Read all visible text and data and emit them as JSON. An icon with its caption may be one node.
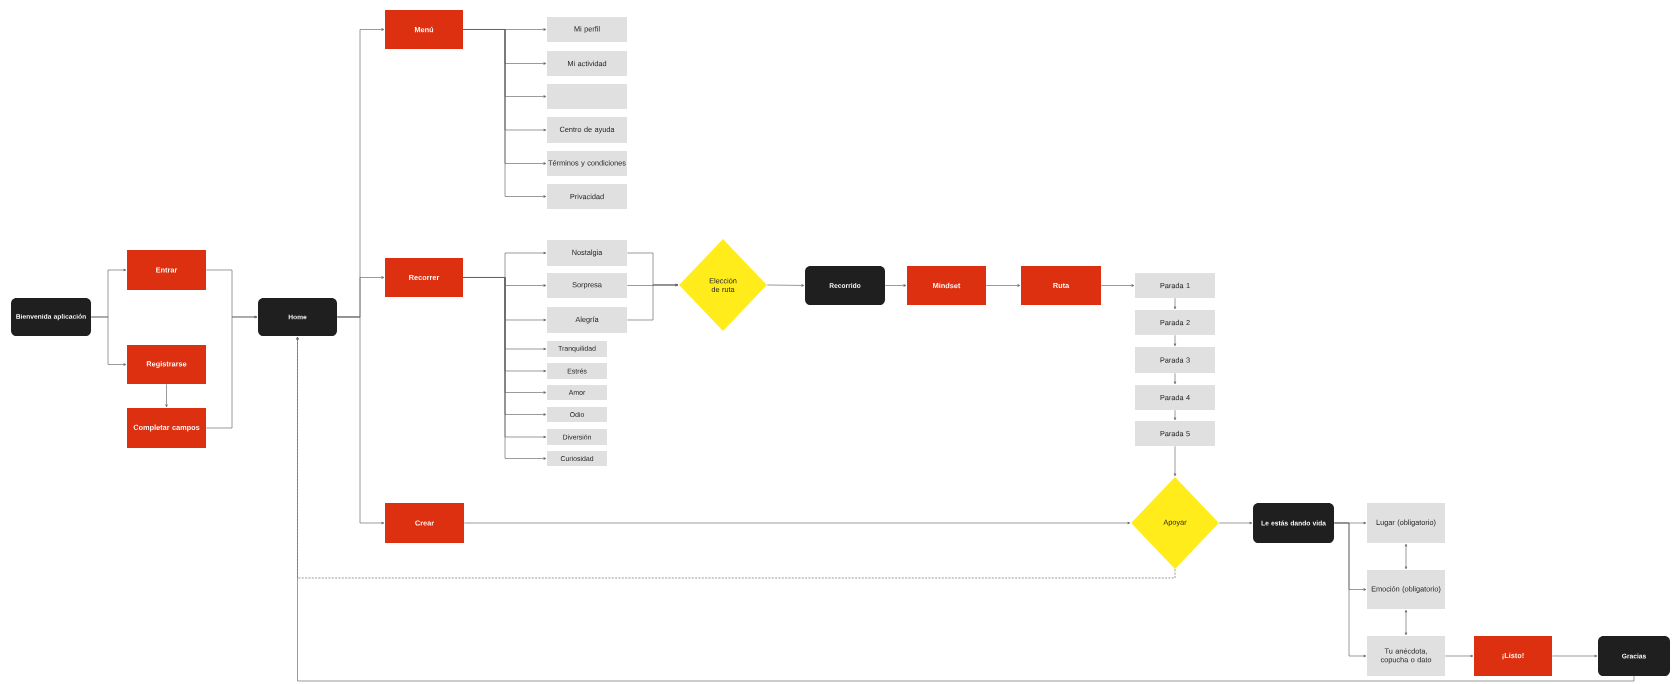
{
  "diagram": {
    "nodes": [
      {
        "text": [
          "Bienvenida aplicación"
        ]
      },
      {
        "text": [
          "Entrar"
        ]
      },
      {
        "text": [
          "Registrarse"
        ]
      },
      {
        "text": [
          "Completar campos"
        ]
      },
      {
        "text": [
          "Home"
        ]
      },
      {
        "text": [
          "Menú"
        ]
      },
      {
        "text": [
          "Recorrer"
        ]
      },
      {
        "text": [
          "Crear"
        ]
      },
      {
        "text": [
          "Mi perfil"
        ]
      },
      {
        "text": [
          "Mi actividad"
        ]
      },
      {
        "text": [],
        "shape": "box"
      },
      {
        "text": [
          "Centro de ayuda"
        ]
      },
      {
        "text": [
          "Términos y condiciones"
        ]
      },
      {
        "text": [
          "Privacidad"
        ]
      },
      {
        "text": [
          "Nostalgia"
        ]
      },
      {
        "text": [
          "Sorpresa"
        ]
      },
      {
        "text": [
          "Alegría"
        ]
      },
      {
        "text": [
          "Tranquilidad"
        ]
      },
      {
        "text": [
          "Estrés"
        ]
      },
      {
        "text": [
          "Amor"
        ]
      },
      {
        "text": [
          "Odio"
        ]
      },
      {
        "text": [
          "Diversión"
        ]
      },
      {
        "text": [
          "Curiosidad"
        ]
      },
      {
        "text": [
          "Elección de ruta"
        ]
      },
      {
        "text": [
          "Recorrido"
        ]
      },
      {
        "text": [
          "Mindset"
        ]
      },
      {
        "text": [
          "Ruta"
        ]
      },
      {
        "text": [
          "Parada 1"
        ]
      },
      {
        "text": [
          "Parada 2"
        ]
      },
      {
        "text": [
          "Parada 3"
        ]
      },
      {
        "text": [
          "Parada 4"
        ]
      },
      {
        "text": [
          "Parada 5"
        ]
      },
      {
        "text": [
          "Apoyar"
        ]
      },
      {
        "text": [
          "Le estás dando vida"
        ]
      },
      {
        "text": [
          "Lugar (obligatorio)"
        ]
      },
      {
        "text": [
          "Emoción (obligatorio)"
        ]
      },
      {
        "text": [
          "Tu anécdota, copucha o dato"
        ]
      },
      {
        "text": [
          "¡Listo!"
        ]
      },
      {
        "text": [
          "Gracias"
        ]
      }
    ],
    "edges": [
      {
        "from": 0,
        "to": 1,
        "arrow": "to"
      },
      {
        "from": 0,
        "to": 2,
        "arrow": "to"
      },
      {
        "from": 2,
        "to": 3,
        "arrow": "to"
      },
      {
        "from": 1,
        "to": 4,
        "arrow": "to"
      },
      {
        "from": 3,
        "to": 4,
        "arrow": "to"
      },
      {
        "from": 4,
        "to": 5,
        "arrow": "to"
      },
      {
        "from": 4,
        "to": 6,
        "arrow": "to"
      },
      {
        "from": 4,
        "to": 7,
        "arrow": "to"
      },
      {
        "from": 5,
        "to": 8,
        "arrow": "to"
      },
      {
        "from": 5,
        "to": 9,
        "arrow": "to"
      },
      {
        "from": 5,
        "to": 10,
        "arrow": "to"
      },
      {
        "from": 5,
        "to": 11,
        "arrow": "to"
      },
      {
        "from": 5,
        "to": 12,
        "arrow": "to"
      },
      {
        "from": 5,
        "to": 13,
        "arrow": "to"
      },
      {
        "from": 6,
        "to": 14,
        "arrow": "to"
      },
      {
        "from": 6,
        "to": 15,
        "arrow": "to"
      },
      {
        "from": 6,
        "to": 16,
        "arrow": "to"
      },
      {
        "from": 6,
        "to": 17,
        "arrow": "to"
      },
      {
        "from": 6,
        "to": 18,
        "arrow": "to"
      },
      {
        "from": 6,
        "to": 19,
        "arrow": "to"
      },
      {
        "from": 6,
        "to": 20,
        "arrow": "to"
      },
      {
        "from": 6,
        "to": 21,
        "arrow": "to"
      },
      {
        "from": 6,
        "to": 22,
        "arrow": "to"
      },
      {
        "from": 14,
        "to": 23,
        "arrow": "to"
      },
      {
        "from": 15,
        "to": 23,
        "arrow": "to"
      },
      {
        "from": 16,
        "to": 23,
        "arrow": "to"
      },
      {
        "from": 23,
        "to": 24,
        "arrow": "to"
      },
      {
        "from": 24,
        "to": 25,
        "arrow": "to"
      },
      {
        "from": 25,
        "to": 26,
        "arrow": "to"
      },
      {
        "from": 26,
        "to": 27,
        "arrow": "to"
      },
      {
        "from": 27,
        "to": 28,
        "arrow": "to"
      },
      {
        "from": 28,
        "to": 29,
        "arrow": "to"
      },
      {
        "from": 29,
        "to": 30,
        "arrow": "to"
      },
      {
        "from": 30,
        "to": 31,
        "arrow": "to"
      },
      {
        "from": 31,
        "to": 32,
        "arrow": "to"
      },
      {
        "from": 7,
        "to": 32,
        "arrow": "to"
      },
      {
        "from": 32,
        "to": 33,
        "arrow": "to"
      },
      {
        "from": 33,
        "to": 34,
        "arrow": "to"
      },
      {
        "from": 33,
        "to": 35,
        "arrow": "to"
      },
      {
        "from": 33,
        "to": 36,
        "arrow": "to"
      },
      {
        "from": 34,
        "to": 35,
        "arrow": "both"
      },
      {
        "from": 35,
        "to": 36,
        "arrow": "both"
      },
      {
        "from": 36,
        "to": 37,
        "arrow": "to"
      },
      {
        "from": 37,
        "to": 38,
        "arrow": "to"
      },
      {
        "from": 32,
        "to": 4,
        "arrow": "to",
        "style": "dashed"
      },
      {
        "from": 38,
        "to": 4,
        "arrow": "to"
      }
    ]
  }
}
